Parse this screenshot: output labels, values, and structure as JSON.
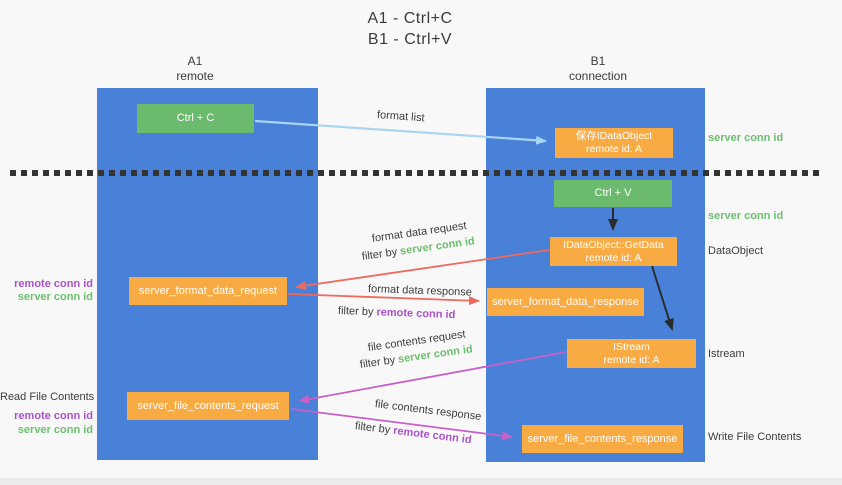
{
  "title": {
    "line1": "A1 - Ctrl+C",
    "line2": "B1 - Ctrl+V"
  },
  "lanes": {
    "a1": {
      "title": "A1",
      "subtitle": "remote"
    },
    "b1": {
      "title": "B1",
      "subtitle": "connection"
    }
  },
  "boxes": {
    "ctrl_c": {
      "label": "Ctrl + C"
    },
    "ctrl_v": {
      "label": "Ctrl + V"
    },
    "save_idataobject": {
      "line1": "保存IDataObject",
      "line2": "remote id: A"
    },
    "idataobject_getdata": {
      "line1": "IDataObject::GetData",
      "line2": "remote id: A"
    },
    "istream": {
      "line1": "IStream",
      "line2": "remote id: A"
    },
    "server_format_data_request": {
      "label": "server_format_data_request"
    },
    "server_format_data_response": {
      "label": "server_format_data_response"
    },
    "server_file_contents_request": {
      "label": "server_file_contents_request"
    },
    "server_file_contents_response": {
      "label": "server_file_contents_response"
    }
  },
  "arrows": {
    "format_list": {
      "label": "format list"
    },
    "format_data_request": {
      "label": "format data request",
      "filter_prefix": "filter by ",
      "filter_key": "server conn id"
    },
    "format_data_response": {
      "label": "format data response",
      "filter_prefix": "filter by ",
      "filter_key": "remote conn id"
    },
    "file_contents_request": {
      "label": "file contents request",
      "filter_prefix": "filter by ",
      "filter_key": "server conn id"
    },
    "file_contents_response": {
      "label": "file contents response",
      "filter_prefix": "filter by ",
      "filter_key": "remote conn id"
    }
  },
  "side_labels": {
    "right_server_conn_id_top": "server conn id",
    "right_server_conn_id_mid": "server conn id",
    "right_dataobject": "DataObject",
    "right_istream": "Istream",
    "right_write_file_contents": "Write File Contents",
    "left_remote_conn_id_top": "remote conn id",
    "left_server_conn_id_top": "server conn id",
    "left_read_file_contents": "Read File Contents",
    "left_remote_conn_id_bottom": "remote conn id",
    "left_server_conn_id_bottom": "server conn id"
  },
  "colors": {
    "lane_blue": "#4a81d8",
    "box_orange": "#f8aa43",
    "box_green": "#6cba6e",
    "arrow_light_blue": "#a9d5ee",
    "arrow_red": "#ed6a5f",
    "arrow_magenta": "#c95fc9",
    "arrow_black": "#2b2b2b",
    "text_green": "#6cbf6e",
    "text_purple": "#a953c9",
    "text_dark": "#3c3c3c"
  }
}
